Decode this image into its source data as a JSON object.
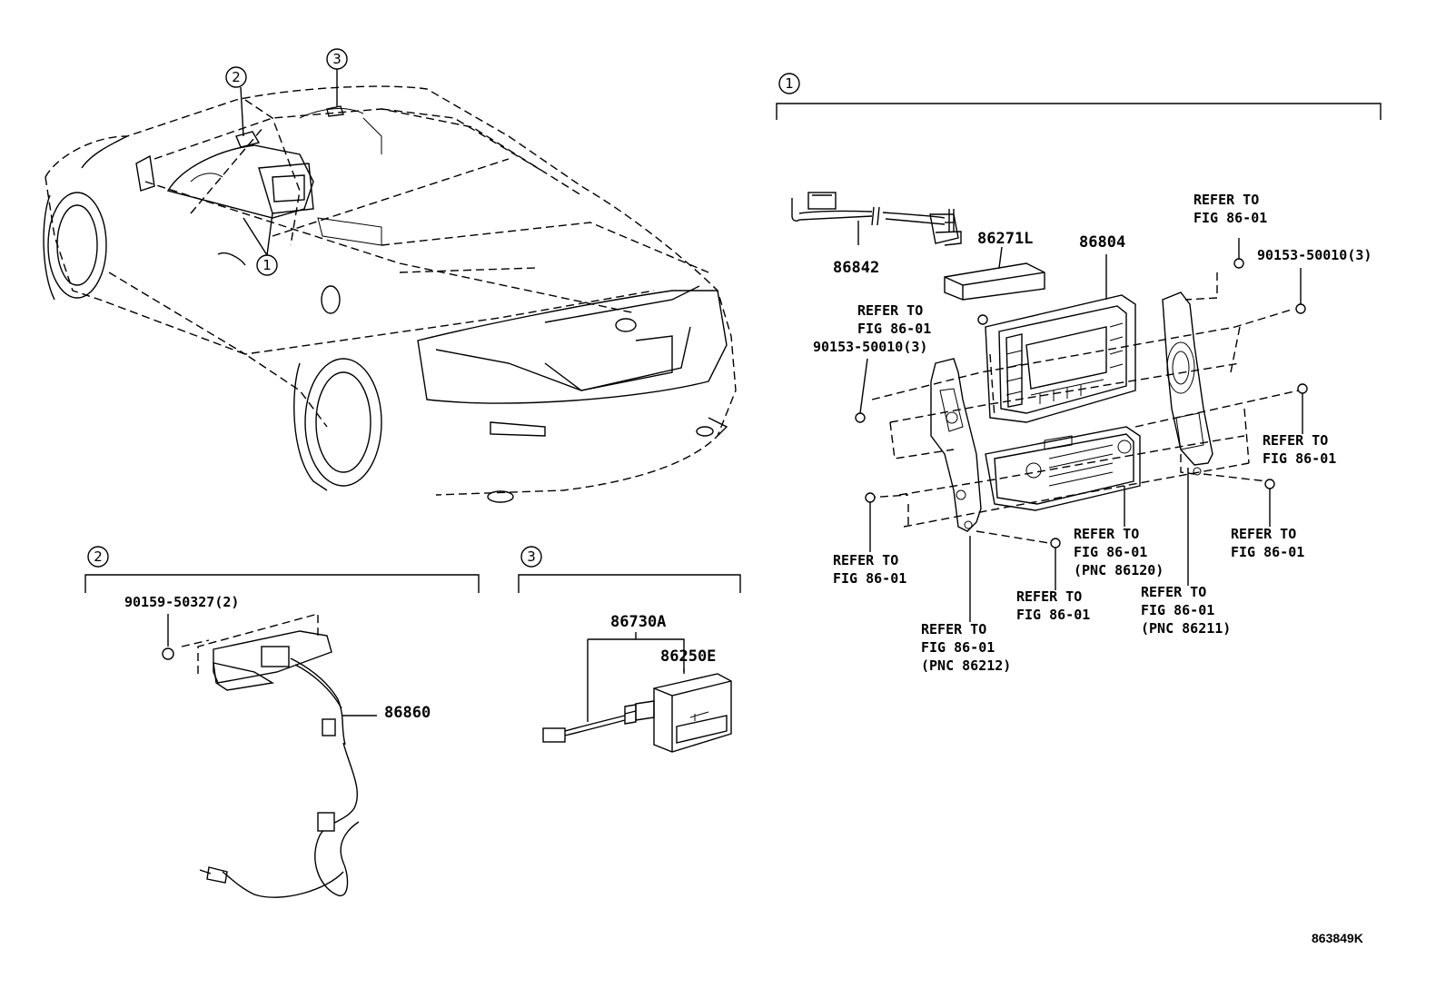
{
  "figure_code": "863849K",
  "callouts": {
    "c1": "1",
    "c2": "2",
    "c3": "3"
  },
  "parts": {
    "p86842": "86842",
    "p86271L": "86271L",
    "p86804": "86804",
    "p86860": "86860",
    "p86730A": "86730A",
    "p86250E": "86250E",
    "p90159": "90159-50327(2)",
    "p90153_right": "90153-50010(3)",
    "p90153_left": "90153-50010(3)"
  },
  "refs": {
    "refer_to": "REFER TO",
    "fig": "FIG 86-01",
    "pnc_86120": "(PNC 86120)",
    "pnc_86211": "(PNC 86211)",
    "pnc_86212": "(PNC 86212)"
  }
}
